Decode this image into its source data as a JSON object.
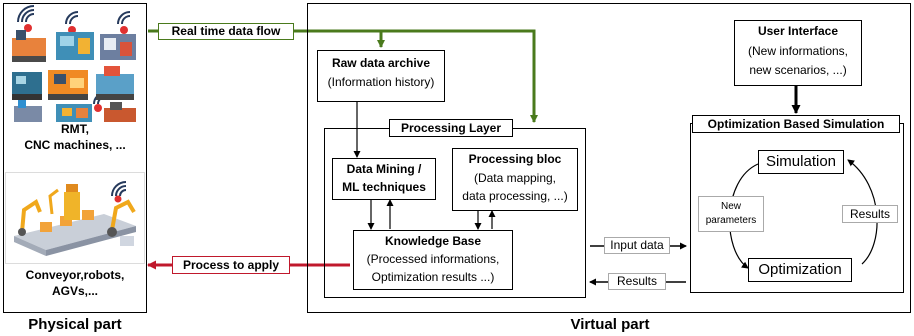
{
  "physical": {
    "title": "Physical part",
    "machines_label_1": "RMT,",
    "machines_label_2": "CNC machines, ...",
    "conveyor_label_1": "Conveyor,robots,",
    "conveyor_label_2": "AGVs,..."
  },
  "virtual": {
    "title": "Virtual part"
  },
  "flows": {
    "realtime": "Real time data flow",
    "process": "Process to apply",
    "input_data": "Input data",
    "results": "Results"
  },
  "raw_archive": {
    "title": "Raw data archive",
    "subtitle": "(Information history)"
  },
  "processing_layer": {
    "title": "Processing Layer"
  },
  "data_mining": {
    "line1": "Data Mining /",
    "line2": "ML techniques"
  },
  "processing_bloc": {
    "title": "Processing bloc",
    "line1": "(Data mapping,",
    "line2": "data processing, ...)"
  },
  "knowledge_base": {
    "title": "Knowledge Base",
    "line1": "(Processed informations,",
    "line2": "Optimization results ...)"
  },
  "user_interface": {
    "title": "User Interface",
    "line1": "(New informations,",
    "line2": "new scenarios, ...)"
  },
  "optimization_sim": {
    "title": "Optimization Based Simulation",
    "simulation": "Simulation",
    "optimization": "Optimization",
    "new_params_1": "New",
    "new_params_2": "parameters",
    "results": "Results"
  },
  "colors": {
    "green": "#4a7a1c",
    "red": "#c0182c",
    "black": "#000000"
  }
}
